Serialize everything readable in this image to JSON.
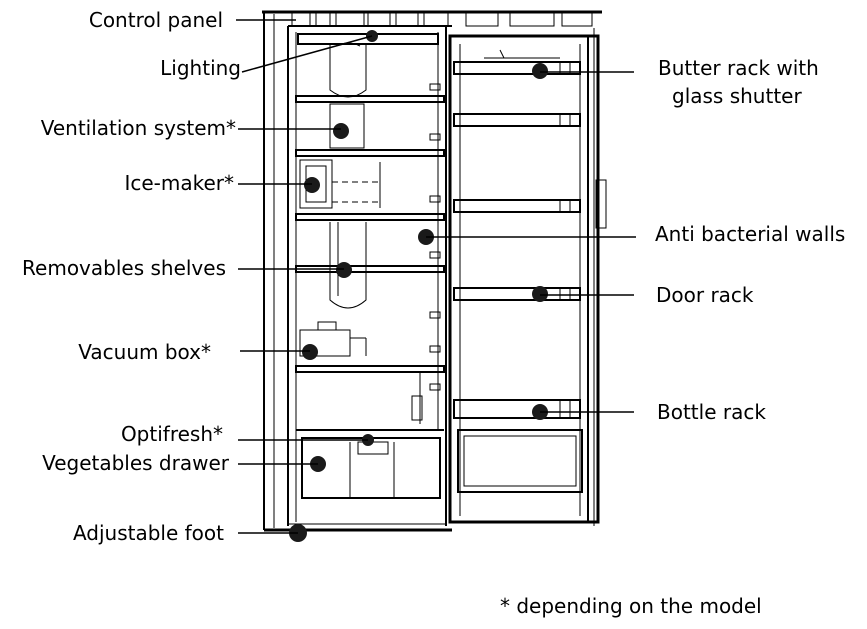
{
  "labels_left": [
    "Control panel",
    "Lighting",
    "Ventilation system*",
    "Ice-maker*",
    "Removables shelves",
    "Vacuum box*",
    "Optifresh*",
    "Vegetables drawer",
    "Adjustable foot"
  ],
  "labels_right": [
    "Butter rack with",
    "glass shutter",
    "Anti bacterial walls",
    "Door rack",
    "Bottle rack"
  ],
  "footnote": "* depending on the model"
}
